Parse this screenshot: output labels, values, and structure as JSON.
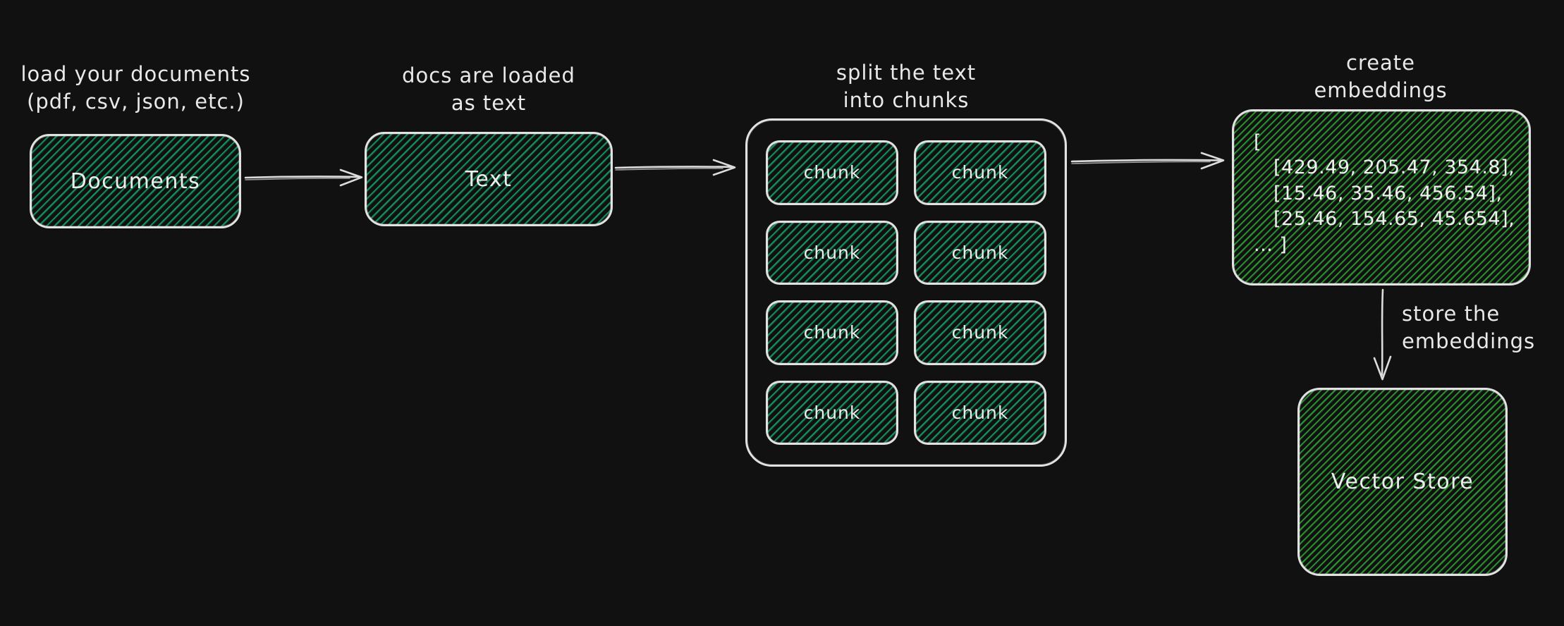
{
  "colors": {
    "background": "#111111",
    "stroke": "#e2e2e2",
    "text": "#ededed",
    "teal_hatch": "#169662",
    "green_hatch": "#2e9832"
  },
  "nodes": {
    "documents": {
      "caption": "load your documents\n(pdf, csv, json, etc.)",
      "label": "Documents"
    },
    "text": {
      "caption": "docs are loaded\nas text",
      "label": "Text"
    },
    "chunks": {
      "caption": "split the text\ninto chunks",
      "items": [
        "chunk",
        "chunk",
        "chunk",
        "chunk",
        "chunk",
        "chunk",
        "chunk",
        "chunk"
      ]
    },
    "embeddings": {
      "caption": "create\nembeddings",
      "lines": [
        "[",
        "[429.49, 205.47, 354.8],",
        "[15.46, 35.46, 456.54],",
        "[25.46, 154.65, 45.654],",
        "... ]"
      ]
    },
    "vector_store": {
      "caption": "store the\nembeddings",
      "label": "Vector Store"
    }
  }
}
